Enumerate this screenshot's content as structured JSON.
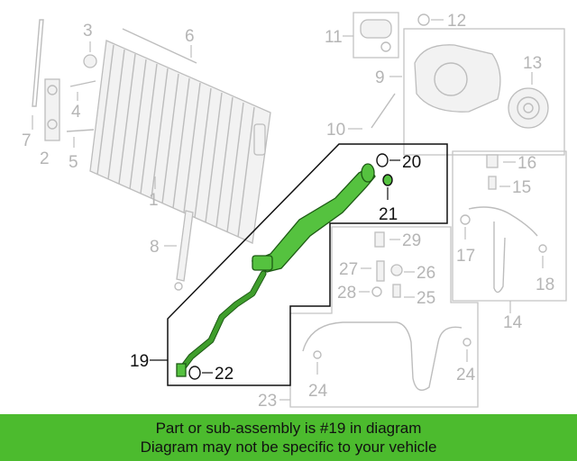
{
  "callouts": {
    "c1": "1",
    "c2": "2",
    "c3": "3",
    "c4": "4",
    "c5": "5",
    "c6": "6",
    "c7": "7",
    "c8": "8",
    "c9": "9",
    "c10": "10",
    "c11": "11",
    "c12": "12",
    "c13": "13",
    "c14": "14",
    "c15": "15",
    "c16": "16",
    "c17": "17",
    "c18": "18",
    "c19": "19",
    "c20": "20",
    "c21": "21",
    "c22": "22",
    "c23": "23",
    "c24a": "24",
    "c24b": "24",
    "c25": "25",
    "c26": "26",
    "c27": "27",
    "c28": "28",
    "c29": "29"
  },
  "highlighted_part": "19",
  "colors": {
    "highlight": "#55c23f",
    "banner": "#4cbb2e",
    "faded": "#bdbdbd"
  },
  "banner": {
    "line1": "Part or sub-assembly is #19 in diagram",
    "line2": "Diagram may not be specific to your vehicle"
  }
}
